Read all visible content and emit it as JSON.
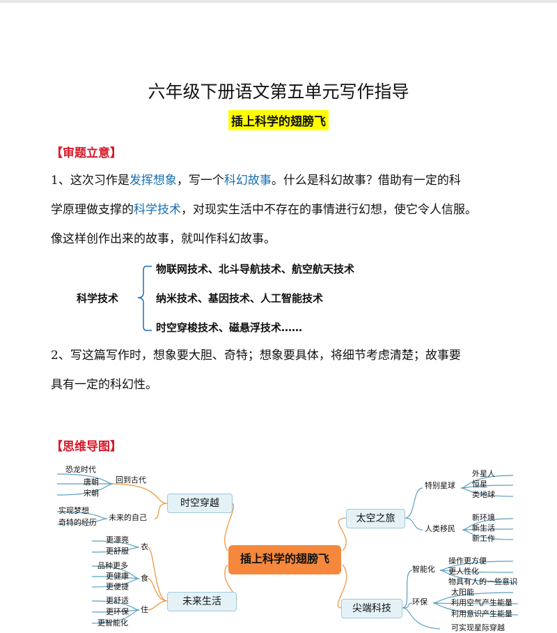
{
  "document": {
    "title": "六年级下册语文第五单元写作指导",
    "subtitle": "插上科学的翅膀飞",
    "section1_heading": "【审题立意】",
    "p1": {
      "a": "1、这次习作是",
      "b": "发挥想象",
      "c": "，写一个",
      "d": "科幻故事",
      "e": "。什么是科幻故事？借助有一定的科",
      "f": "学原理做支撑的",
      "g": "科学技术",
      "h": "，对现实生活中不存在的事情进行幻想，使它令人信服。",
      "i": "像这样创作出来的故事，就叫作科幻故事。"
    },
    "tech": {
      "label": "科学技术",
      "items": [
        "物联网技术、北斗导航技术、航空航天技术",
        "纳米技术、基因技术、人工智能技术",
        "时空穿梭技术、磁悬浮技术……"
      ]
    },
    "p2": {
      "a": "2、写这篇写作时，想象要大胆、奇特；想象要具体，将细节考虑清楚；故事要",
      "b": "具有一定的科幻性。"
    },
    "section2_heading": "【思维导图】"
  },
  "mindmap": {
    "center": "插上科学的翅膀飞",
    "branches": {
      "time": {
        "label": "时空穿越",
        "sub1": "回到古代",
        "sub1_leaves": [
          "恐龙时代",
          "唐朝",
          "宋朝"
        ],
        "sub2": "未来的自己",
        "sub2_leaves": [
          "实现梦想",
          "奇特的经历"
        ]
      },
      "life": {
        "label": "未来生活",
        "sub1": "衣",
        "sub1_leaves": [
          "更漂亮",
          "更舒服"
        ],
        "sub2": "食",
        "sub2_leaves": [
          "品种更多",
          "更健康",
          "更便捷"
        ],
        "sub3": "住",
        "sub3_leaves": [
          "更舒适",
          "更环保",
          "更智能化"
        ]
      },
      "space": {
        "label": "太空之旅",
        "sub1": "特别星球",
        "sub1_leaves": [
          "外星人",
          "恒星",
          "类地球"
        ],
        "sub2": "人类移民",
        "sub2_leaves": [
          "新环境",
          "新生活",
          "新工作"
        ]
      },
      "tech": {
        "label": "尖端科技",
        "sub1": "智能化",
        "sub1_leaves": [
          "操作更方便",
          "更人性化",
          "物具有人的一些意识"
        ],
        "sub2": "环保",
        "sub2_leaves": [
          "太阳能",
          "利用空气产生能量",
          "利用意识产生能量"
        ],
        "sub3_leaves": [
          "可实现星际穿越"
        ]
      }
    }
  },
  "colors": {
    "highlight_blue": "#1a6fb0",
    "heading_red": "#d7192a",
    "subtitle_yellow": "#ffff00",
    "center_orange": "#f5883c",
    "branch_line": "#f0a35a",
    "node_fill": "#e4f2f8"
  }
}
